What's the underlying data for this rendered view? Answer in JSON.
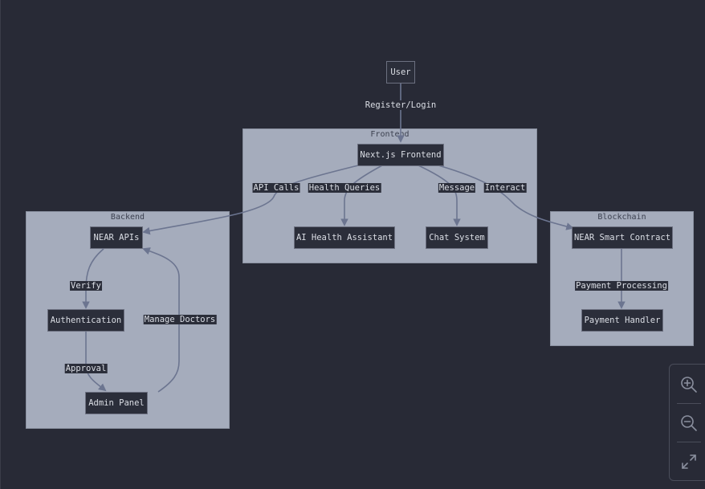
{
  "nodes": {
    "user": "User",
    "nextjs_frontend": "Next.js Frontend",
    "ai_health_assistant": "AI Health Assistant",
    "chat_system": "Chat System",
    "near_apis": "NEAR APIs",
    "authentication": "Authentication",
    "admin_panel": "Admin Panel",
    "near_smart_contract": "NEAR Smart Contract",
    "payment_handler": "Payment Handler"
  },
  "groups": {
    "frontend": "Frontend",
    "backend": "Backend",
    "blockchain": "Blockchain"
  },
  "edges": {
    "register_login": "Register/Login",
    "api_calls": "API Calls",
    "health_queries": "Health Queries",
    "message": "Message",
    "interact": "Interact",
    "verify": "Verify",
    "approval": "Approval",
    "manage_doctors": "Manage Doctors",
    "payment_processing": "Payment Processing"
  },
  "colors": {
    "background": "#282a36",
    "group_fill": "#a5acbc",
    "node_fill": "#2b2e3a",
    "edge_stroke": "#6c7590",
    "text": "#dcdfe6"
  },
  "controls": {
    "zoom_in": "zoom-in-icon",
    "zoom_out": "zoom-out-icon",
    "fit": "fit-screen-icon"
  }
}
